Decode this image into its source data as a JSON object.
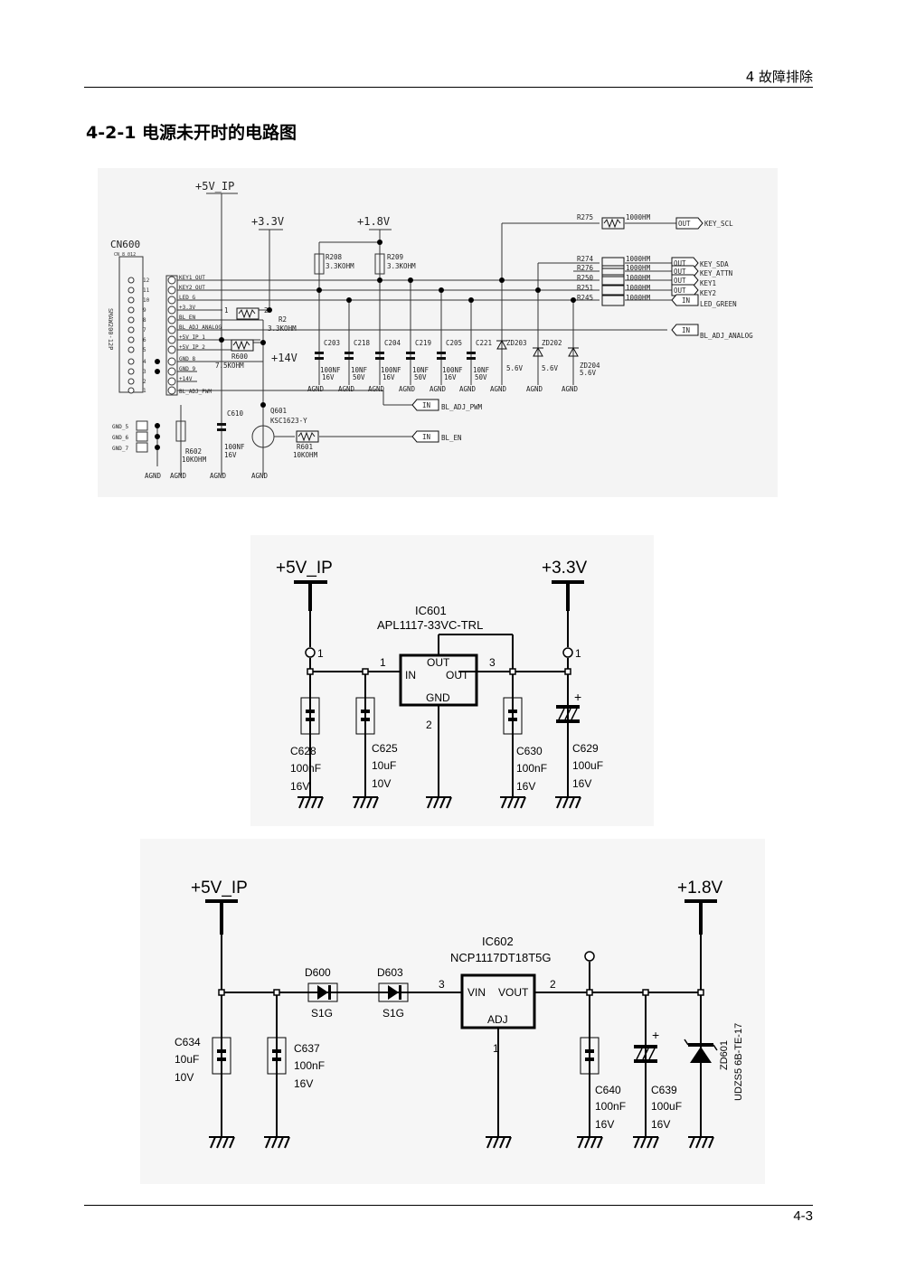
{
  "header": {
    "chapter": "4 故障排除"
  },
  "section_title": "4-2-1 电源未开时的电路图",
  "page_number": "4-3",
  "schematic1": {
    "connector": "CN600",
    "connector_sub": "CN_8_012",
    "connector_part": "SMAW200-12P",
    "pins": [
      "12",
      "11",
      "10",
      "9",
      "8",
      "7",
      "6",
      "5",
      "4",
      "3",
      "2",
      "1"
    ],
    "pin_nets": [
      "KEY1_OUT",
      "KEY2_OUT",
      "LED_G",
      "+3.3V",
      "BL_EN",
      "BL_ADJ_ANALOG",
      "+5V_IP_1",
      "+5V_IP_2",
      "GND_8",
      "GND_9",
      "+14V",
      "BL_ADJ_PWM"
    ],
    "gnd_pins": [
      "GND_5",
      "GND_6",
      "GND_7"
    ],
    "rails": [
      "+5V_IP",
      "+3.3V",
      "+1.8V",
      "+14V"
    ],
    "resistors": [
      {
        "ref": "R208",
        "value": "3.3KOHM"
      },
      {
        "ref": "R209",
        "value": "3.3KOHM"
      },
      {
        "ref": "R2",
        "value": "3.3KOHM"
      },
      {
        "ref": "R600",
        "value": "7.5KOHM"
      },
      {
        "ref": "R602",
        "value": "10KOHM"
      },
      {
        "ref": "R601",
        "value": "10KOHM"
      },
      {
        "ref": "R275",
        "value": "1000HM"
      },
      {
        "ref": "R274",
        "value": "1000HM"
      },
      {
        "ref": "R276",
        "value": "1000HM"
      },
      {
        "ref": "R250",
        "value": "1000HM"
      },
      {
        "ref": "R251",
        "value": "1000HM"
      },
      {
        "ref": "R245",
        "value": "1000HM"
      }
    ],
    "caps": [
      {
        "ref": "C203",
        "v1": "100NF",
        "v2": "16V"
      },
      {
        "ref": "C218",
        "v1": "10NF",
        "v2": "50V"
      },
      {
        "ref": "C204",
        "v1": "100NF",
        "v2": "16V"
      },
      {
        "ref": "C219",
        "v1": "10NF",
        "v2": "50V"
      },
      {
        "ref": "C205",
        "v1": "100NF",
        "v2": "16V"
      },
      {
        "ref": "C221",
        "v1": "10NF",
        "v2": "50V"
      }
    ],
    "zeners": [
      {
        "ref": "ZD203",
        "value": "5.6V"
      },
      {
        "ref": "ZD202",
        "value": "5.6V"
      },
      {
        "ref": "ZD204",
        "value": "5.6V"
      }
    ],
    "c610": {
      "ref": "C610",
      "v1": "100NF",
      "v2": "16V"
    },
    "transistor": {
      "ref": "Q601",
      "part": "KSC1623-Y"
    },
    "ports_out": [
      "KEY_SCL",
      "KEY_SDA",
      "KEY_ATTN",
      "KEY1",
      "KEY2"
    ],
    "ports_in": [
      "LED_GREEN",
      "BL_ADJ_ANALOG",
      "BL_ADJ_PWM",
      "BL_EN"
    ],
    "out_tag": "OUT",
    "in_tag": "IN",
    "agnd": "AGND",
    "pin_one": "1",
    "pin_two": "2"
  },
  "schematic2": {
    "rail_in": "+5V_IP",
    "rail_out": "+3.3V",
    "ic_ref": "IC601",
    "ic_part": "APL1117-33VC-TRL",
    "pin_in": "IN",
    "pin_out": "OUT",
    "pin_out_top": "OUT",
    "pin_gnd": "GND",
    "pin1": "1",
    "pin2": "2",
    "pin3": "3",
    "pad1a": "1",
    "pad1b": "1",
    "caps": [
      {
        "ref": "C628",
        "v1": "100nF",
        "v2": "16V"
      },
      {
        "ref": "C625",
        "v1": "10uF",
        "v2": "10V"
      },
      {
        "ref": "C630",
        "v1": "100nF",
        "v2": "16V"
      },
      {
        "ref": "C629",
        "v1": "100uF",
        "v2": "16V"
      }
    ],
    "plus": "+"
  },
  "schematic3": {
    "rail_in": "+5V_IP",
    "rail_out": "+1.8V",
    "ic_ref": "IC602",
    "ic_part": "NCP1117DT18T5G",
    "pin_vin": "VIN",
    "pin_vout": "VOUT",
    "pin_adj": "ADJ",
    "pin1": "1",
    "pin2": "2",
    "pin3": "3",
    "diodes": [
      {
        "ref": "D600",
        "value": "S1G"
      },
      {
        "ref": "D603",
        "value": "S1G"
      }
    ],
    "caps": [
      {
        "ref": "C634",
        "v1": "10uF",
        "v2": "10V"
      },
      {
        "ref": "C637",
        "v1": "100nF",
        "v2": "16V"
      },
      {
        "ref": "C640",
        "v1": "100nF",
        "v2": "16V"
      },
      {
        "ref": "C639",
        "v1": "100uF",
        "v2": "16V"
      }
    ],
    "zener": {
      "ref": "ZD601",
      "part": "UDZS5 6B-TE-17"
    },
    "plus": "+"
  }
}
